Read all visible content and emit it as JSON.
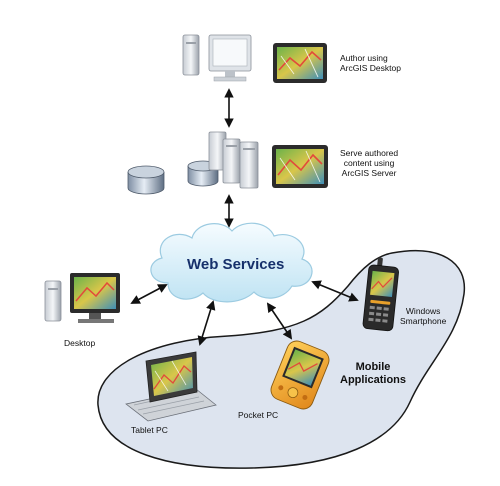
{
  "nodes": {
    "author": {
      "label_line1": "Author using",
      "label_line2": "ArcGIS Desktop"
    },
    "server": {
      "label_line1": "Serve authored",
      "label_line2": "content using",
      "label_line3": "ArcGIS Server"
    },
    "web_services": {
      "label": "Web Services"
    },
    "desktop": {
      "label": "Desktop"
    },
    "windows_smartphone": {
      "label_line1": "Windows",
      "label_line2": "Smartphone"
    },
    "mobile": {
      "label_line1": "Mobile",
      "label_line2": "Applications"
    },
    "tablet_pc": {
      "label": "Tablet PC"
    },
    "pocket_pc": {
      "label": "Pocket PC"
    }
  },
  "icons": [
    "desktop-workstation-icon",
    "monitor-map-icon",
    "database-icon",
    "server-rack-icon",
    "cloud-icon",
    "tablet-pc-icon",
    "pocket-pc-icon",
    "smartphone-icon"
  ],
  "colors": {
    "mobile_region_fill": "#dde4ef",
    "mobile_region_stroke": "#1a1a1a",
    "cloud_fill": "#e3f4fb",
    "web_services_text": "#16306b",
    "pocket_pc_body": "#f0a21e"
  }
}
